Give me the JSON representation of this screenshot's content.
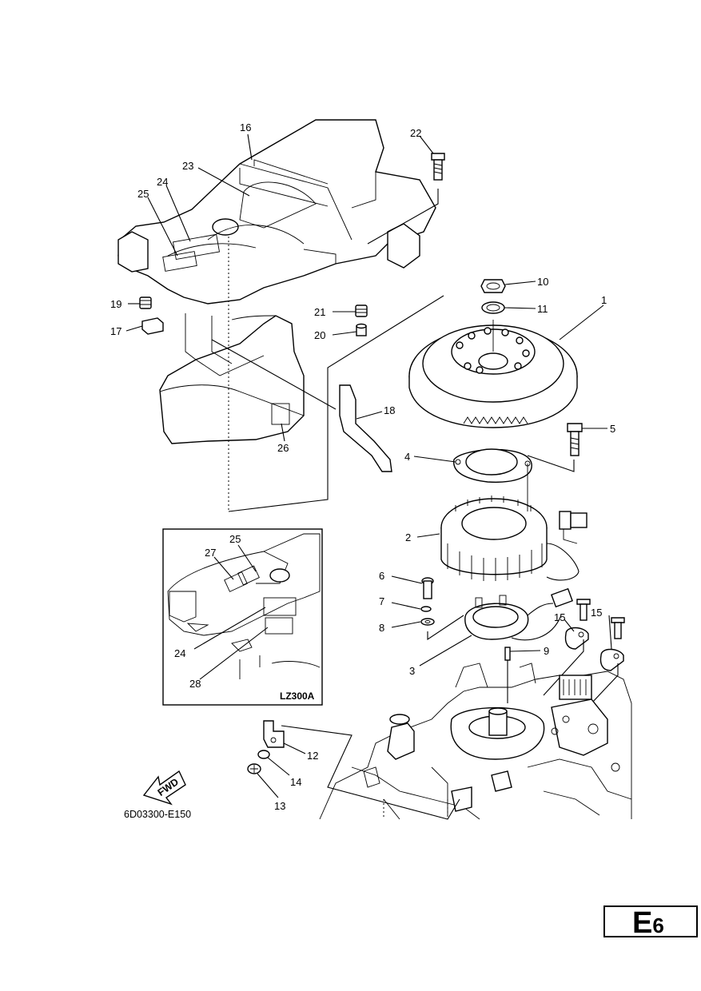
{
  "callouts": [
    "1",
    "2",
    "3",
    "4",
    "5",
    "6",
    "7",
    "8",
    "9",
    "10",
    "11",
    "12",
    "13",
    "14",
    "15",
    "16",
    "17",
    "18",
    "19",
    "20",
    "21",
    "22",
    "23",
    "24",
    "25",
    "26",
    "27",
    "28"
  ],
  "inset": {
    "code": "LZ300A",
    "callouts": [
      "24",
      "25",
      "27",
      "28"
    ]
  },
  "fwd_label": "FWD",
  "diagram_code": "6D03300-E150",
  "section_tab": {
    "letter": "E",
    "number": "6"
  }
}
